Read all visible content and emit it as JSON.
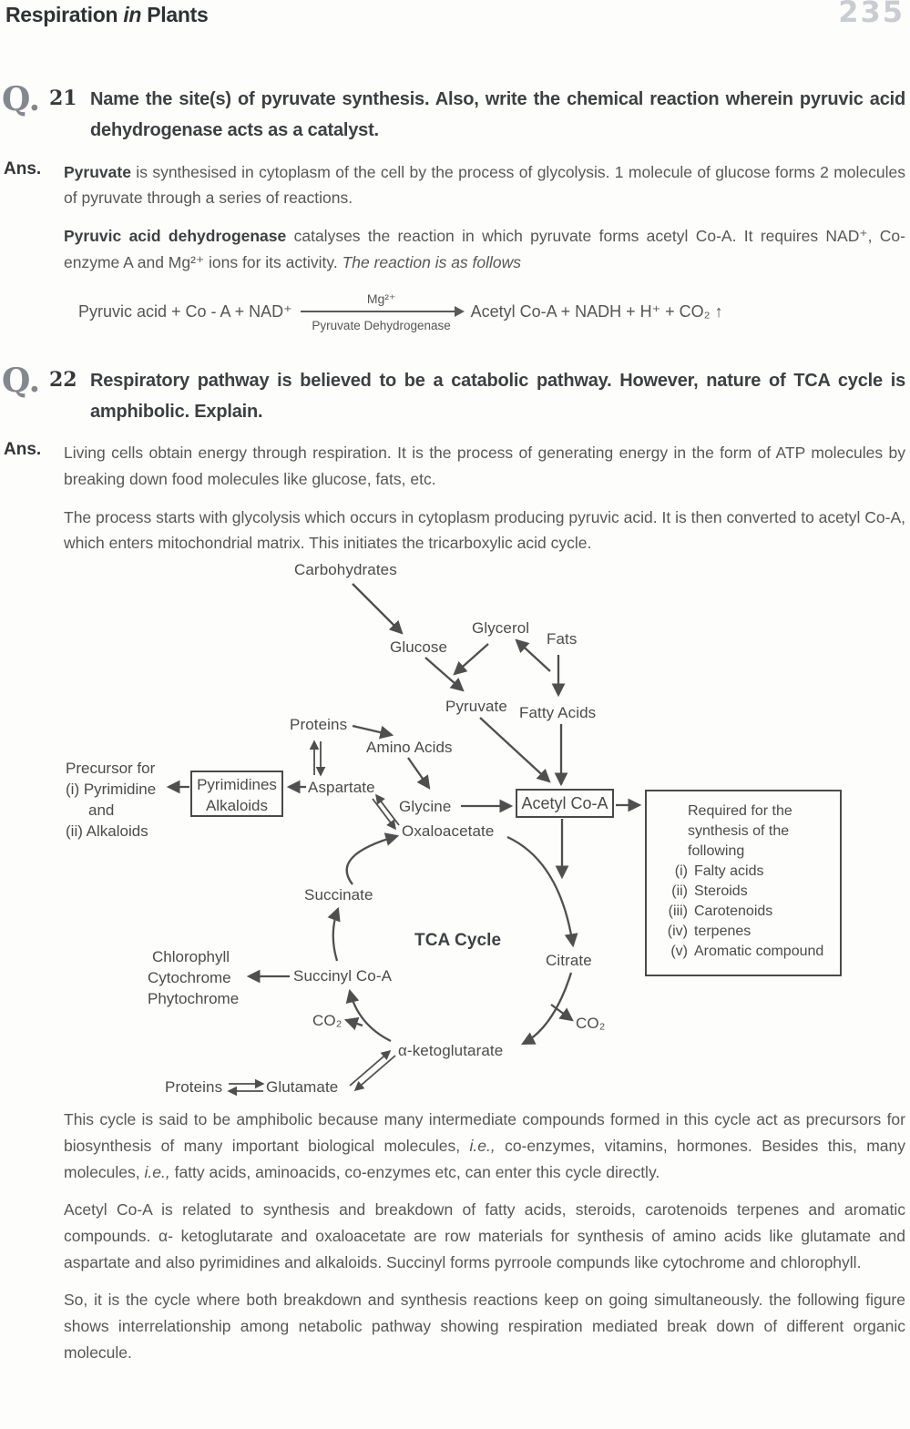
{
  "header": {
    "title_part1": "Respiration",
    "title_part2": "in",
    "title_part3": "Plants",
    "page_number": "235"
  },
  "q21": {
    "q_label": "Q.",
    "number": "21",
    "text": "Name the site(s) of pyruvate synthesis. Also, write the chemical reaction wherein pyruvic acid dehydrogenase acts as a catalyst.",
    "ans_label": "Ans.",
    "p1_bold": "Pyruvate",
    "p1_rest": " is synthesised in cytoplasm of the cell by the process of glycolysis. 1 molecule of glucose forms 2 molecules of pyruvate through a series of reactions.",
    "p2_bold": "Pyruvic acid dehydrogenase",
    "p2_rest": " catalyses the reaction in which pyruvate forms acetyl Co-A. It requires NAD⁺, Co-enzyme A and Mg²⁺ ions for its activity. ",
    "p2_italic": "The reaction is as follows",
    "reaction": {
      "left": "Pyruvic acid + Co - A + NAD⁺",
      "catalyst_top": "Mg²⁺",
      "catalyst_bottom": "Pyruvate Dehydrogenase",
      "right": "Acetyl Co-A + NADH + H⁺ + CO₂ ↑"
    }
  },
  "q22": {
    "q_label": "Q.",
    "number": "22",
    "text": "Respiratory pathway is believed to be a catabolic pathway. However, nature of TCA cycle is amphibolic. Explain.",
    "ans_label": "Ans.",
    "p1": "Living cells obtain energy through respiration. It is the process of generating energy in the form of ATP molecules by breaking down food molecules like glucose, fats, etc.",
    "p2": "The process starts with glycolysis which occurs in cytoplasm producing pyruvic acid. It is then converted to acetyl Co-A, which enters mitochondrial matrix. This initiates the tricarboxylic acid cycle.",
    "p3_seg1": "This cycle is said to be amphibolic because many intermediate compounds formed in this cycle act as precursors for biosynthesis of many important biological molecules, ",
    "p3_seg2": "i.e.,",
    "p3_seg3": " co-enzymes, vitamins, hormones. Besides this, many molecules, ",
    "p3_seg4": "i.e.,",
    "p3_seg5": " fatty acids, aminoacids, co-enzymes etc, can enter this cycle directly.",
    "p4": "Acetyl Co-A is related to synthesis and breakdown of fatty acids, steroids, carotenoids terpenes and aromatic compounds. α- ketoglutarate and oxaloacetate are row materials for synthesis of amino acids like glutamate and aspartate and also pyrimidines and alkaloids. Succinyl forms pyrroole compunds like cytochrome and chlorophyll.",
    "p5": "So, it is the cycle where both breakdown and synthesis reactions keep on going simultaneously. the following figure shows interrelationship among netabolic pathway showing respiration mediated break down of different organic molecule."
  },
  "diagram": {
    "labels": {
      "carbohydrates": "Carbohydrates",
      "glucose": "Glucose",
      "glycerol": "Glycerol",
      "fats": "Fats",
      "pyruvate": "Pyruvate",
      "fatty_acids": "Fatty Acids",
      "proteins_top": "Proteins",
      "amino_acids": "Amino Acids",
      "aspartate": "Aspartate",
      "glycine": "Glycine",
      "oxaloacetate": "Oxaloacetate",
      "succinate": "Succinate",
      "tca_cycle": "TCA Cycle",
      "succinyl_co_a": "Succinyl Co-A",
      "co2_left": "CO₂",
      "co2_right": "CO₂",
      "alpha_ketoglutarate": "α-ketoglutarate",
      "citrate": "Citrate",
      "proteins_bottom": "Proteins",
      "glutamate": "Glutamate"
    },
    "precursor_note": {
      "line1": "Precursor for",
      "line2": "(i) Pyrimidine",
      "line3": "and",
      "line4": "(ii) Alkaloids"
    },
    "pyrimidines_box": {
      "line1": "Pyrimidines",
      "line2": "Alkaloids"
    },
    "acetyl_box": "Acetyl Co-A",
    "products_note": {
      "line1": "Chlorophyll",
      "line2": "Cytochrome",
      "line3": "Phytochrome"
    },
    "required_box": {
      "header1": "Required for the",
      "header2": "synthesis of the",
      "header3": "following",
      "items": [
        {
          "num": "(i)",
          "text": "Falty acids"
        },
        {
          "num": "(ii)",
          "text": "Steroids"
        },
        {
          "num": "(iii)",
          "text": "Carotenoids"
        },
        {
          "num": "(iv)",
          "text": "terpenes"
        },
        {
          "num": "(v)",
          "text": "Aromatic compound"
        }
      ]
    }
  },
  "colors": {
    "page_background": "#fdfdfc",
    "body_text": "#575757",
    "dark_text": "#3d3f41",
    "diagram_ink": "#4f4f4f",
    "page_number_gray": "#c9cdd1"
  }
}
